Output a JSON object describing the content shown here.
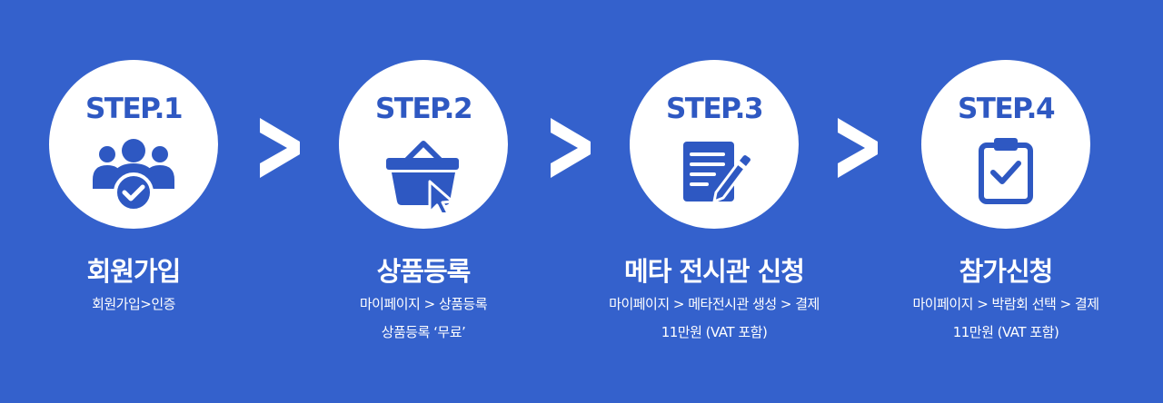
{
  "steps": [
    {
      "label": "STEP.1",
      "icon": "users-check-icon",
      "title": "회원가입",
      "line1": "회원가입>인증",
      "line2": ""
    },
    {
      "label": "STEP.2",
      "icon": "shopping-basket-cursor-icon",
      "title": "상품등록",
      "line1": "마이페이지 > 상품등록",
      "line2": "상품등록 ‘무료’"
    },
    {
      "label": "STEP.3",
      "icon": "document-pen-icon",
      "title": "메타 전시관 신청",
      "line1": "마이페이지 > 메타전시관 생성 > 결제",
      "line2": "11만원 (VAT 포함)"
    },
    {
      "label": "STEP.4",
      "icon": "clipboard-check-icon",
      "title": "참가신청",
      "line1": "마이페이지 > 박람회 선택 > 결제",
      "line2": "11만원 (VAT 포함)"
    }
  ],
  "colors": {
    "background": "#3461cc",
    "circle": "#ffffff",
    "accent": "#2e58c2",
    "text": "#ffffff"
  }
}
